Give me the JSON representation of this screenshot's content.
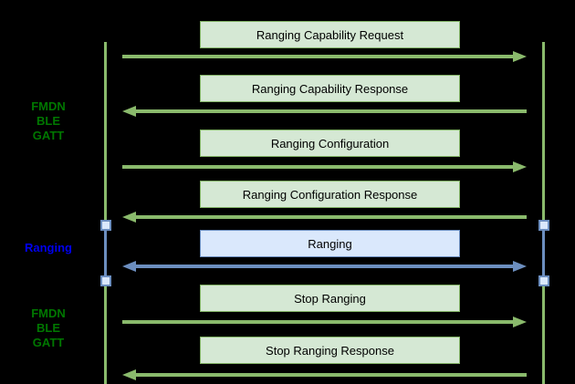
{
  "diagram": {
    "type": "sequence",
    "left_sections": [
      {
        "id": "fmdn-ble-gatt-top",
        "lines": [
          "FMDN",
          "BLE",
          "GATT"
        ],
        "color": "#007700"
      },
      {
        "id": "ranging",
        "lines": [
          "Ranging"
        ],
        "color": "#0000ee"
      },
      {
        "id": "fmdn-ble-gatt-bottom",
        "lines": [
          "FMDN",
          "BLE",
          "GATT"
        ],
        "color": "#007700"
      }
    ],
    "messages": [
      {
        "label": "Ranging Capability Request",
        "direction": "right",
        "channel": "gatt"
      },
      {
        "label": "Ranging Capability Response",
        "direction": "left",
        "channel": "gatt"
      },
      {
        "label": "Ranging Configuration",
        "direction": "right",
        "channel": "gatt"
      },
      {
        "label": "Ranging Configuration Response",
        "direction": "left",
        "channel": "gatt"
      },
      {
        "label": "Ranging",
        "direction": "both",
        "channel": "ranging"
      },
      {
        "label": "Stop Ranging",
        "direction": "right",
        "channel": "gatt"
      },
      {
        "label": "Stop Ranging Response",
        "direction": "left",
        "channel": "gatt"
      }
    ],
    "colors": {
      "background": "#000000",
      "gatt_fill": "#d5e8d4",
      "gatt_border": "#82b366",
      "gatt_arrow": "#8aba6c",
      "ranging_fill": "#dae8fc",
      "ranging_border": "#6c8ebf",
      "ranging_arrow": "#6c8ebf",
      "label_green": "#007700",
      "label_blue": "#0000ee"
    }
  }
}
